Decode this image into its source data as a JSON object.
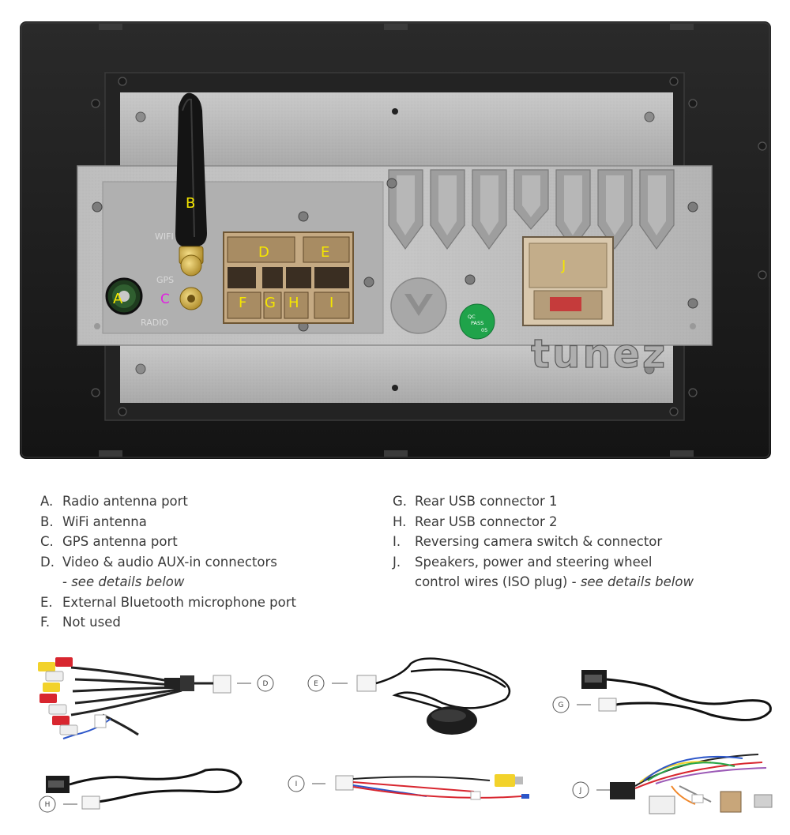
{
  "photo": {
    "labels": {
      "A": "A",
      "B": "B",
      "C": "C",
      "D": "D",
      "E": "E",
      "F": "F",
      "G": "G",
      "H": "H",
      "I": "I",
      "J": "J"
    },
    "printed": {
      "wifi": "WIFI",
      "gps": "GPS",
      "radio": "RADIO",
      "qc1": "QC",
      "qc2": "PASS",
      "qc3": "05"
    },
    "watermark": "tunez"
  },
  "legend": {
    "left": [
      {
        "letter": "A.",
        "text": "Radio antenna port"
      },
      {
        "letter": "B.",
        "text": "WiFi antenna"
      },
      {
        "letter": "C.",
        "text": "GPS antenna port"
      },
      {
        "letter": "D.",
        "text": "Video & audio AUX-in connectors",
        "note_prefix": "- ",
        "note": "see details below"
      },
      {
        "letter": "E.",
        "text": "External Bluetooth microphone port"
      },
      {
        "letter": "F.",
        "text": "Not used"
      }
    ],
    "right": [
      {
        "letter": "G.",
        "text": "Rear USB connector 1"
      },
      {
        "letter": "H.",
        "text": "Rear USB connector 2"
      },
      {
        "letter": "I.",
        "text": "Reversing camera switch & connector"
      },
      {
        "letter": "J.",
        "text": "Speakers, power and steering wheel",
        "text2": "control wires (ISO plug) - ",
        "note": "see details below"
      }
    ]
  },
  "accessories": {
    "D": "D",
    "E": "E",
    "G": "G",
    "H": "H",
    "I": "I",
    "J": "J"
  },
  "colors": {
    "bezel": "#1c1c1c",
    "chassis": "#b9b9b9",
    "connector": "#c8ad85",
    "label_yellow": "#f5e600",
    "label_magenta": "#e020e0",
    "qc_green": "#1fa34a"
  }
}
